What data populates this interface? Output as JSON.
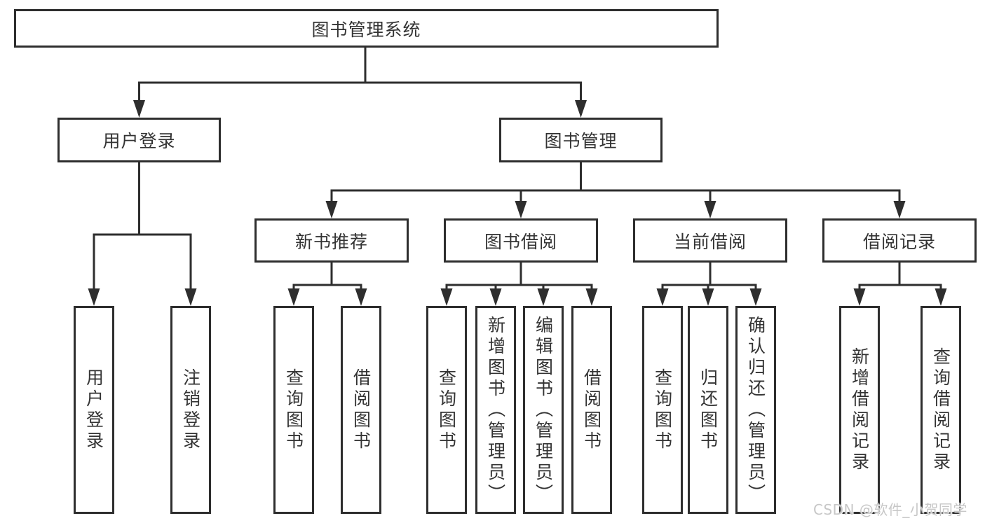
{
  "diagram": {
    "root": "图书管理系统",
    "branches": [
      {
        "label": "用户登录",
        "leaves": [
          "用户登录",
          "注销登录"
        ]
      },
      {
        "label": "图书管理",
        "sections": [
          {
            "label": "新书推荐",
            "leaves": [
              "查询图书",
              "借阅图书"
            ]
          },
          {
            "label": "图书借阅",
            "leaves": [
              "查询图书",
              "新增图书（管理员）",
              "编辑图书（管理员）",
              "借阅图书"
            ]
          },
          {
            "label": "当前借阅",
            "leaves": [
              "查询图书",
              "归还图书",
              "确认归还（管理员）"
            ]
          },
          {
            "label": "借阅记录",
            "leaves": [
              "新增借阅记录",
              "查询借阅记录"
            ]
          }
        ]
      }
    ]
  },
  "watermark": "CSDN @软件_小贺同学",
  "colors": {
    "line": "#2e2e2e",
    "text": "#333333",
    "watermark_text": "#c7c7c7",
    "background": "#ffffff"
  }
}
